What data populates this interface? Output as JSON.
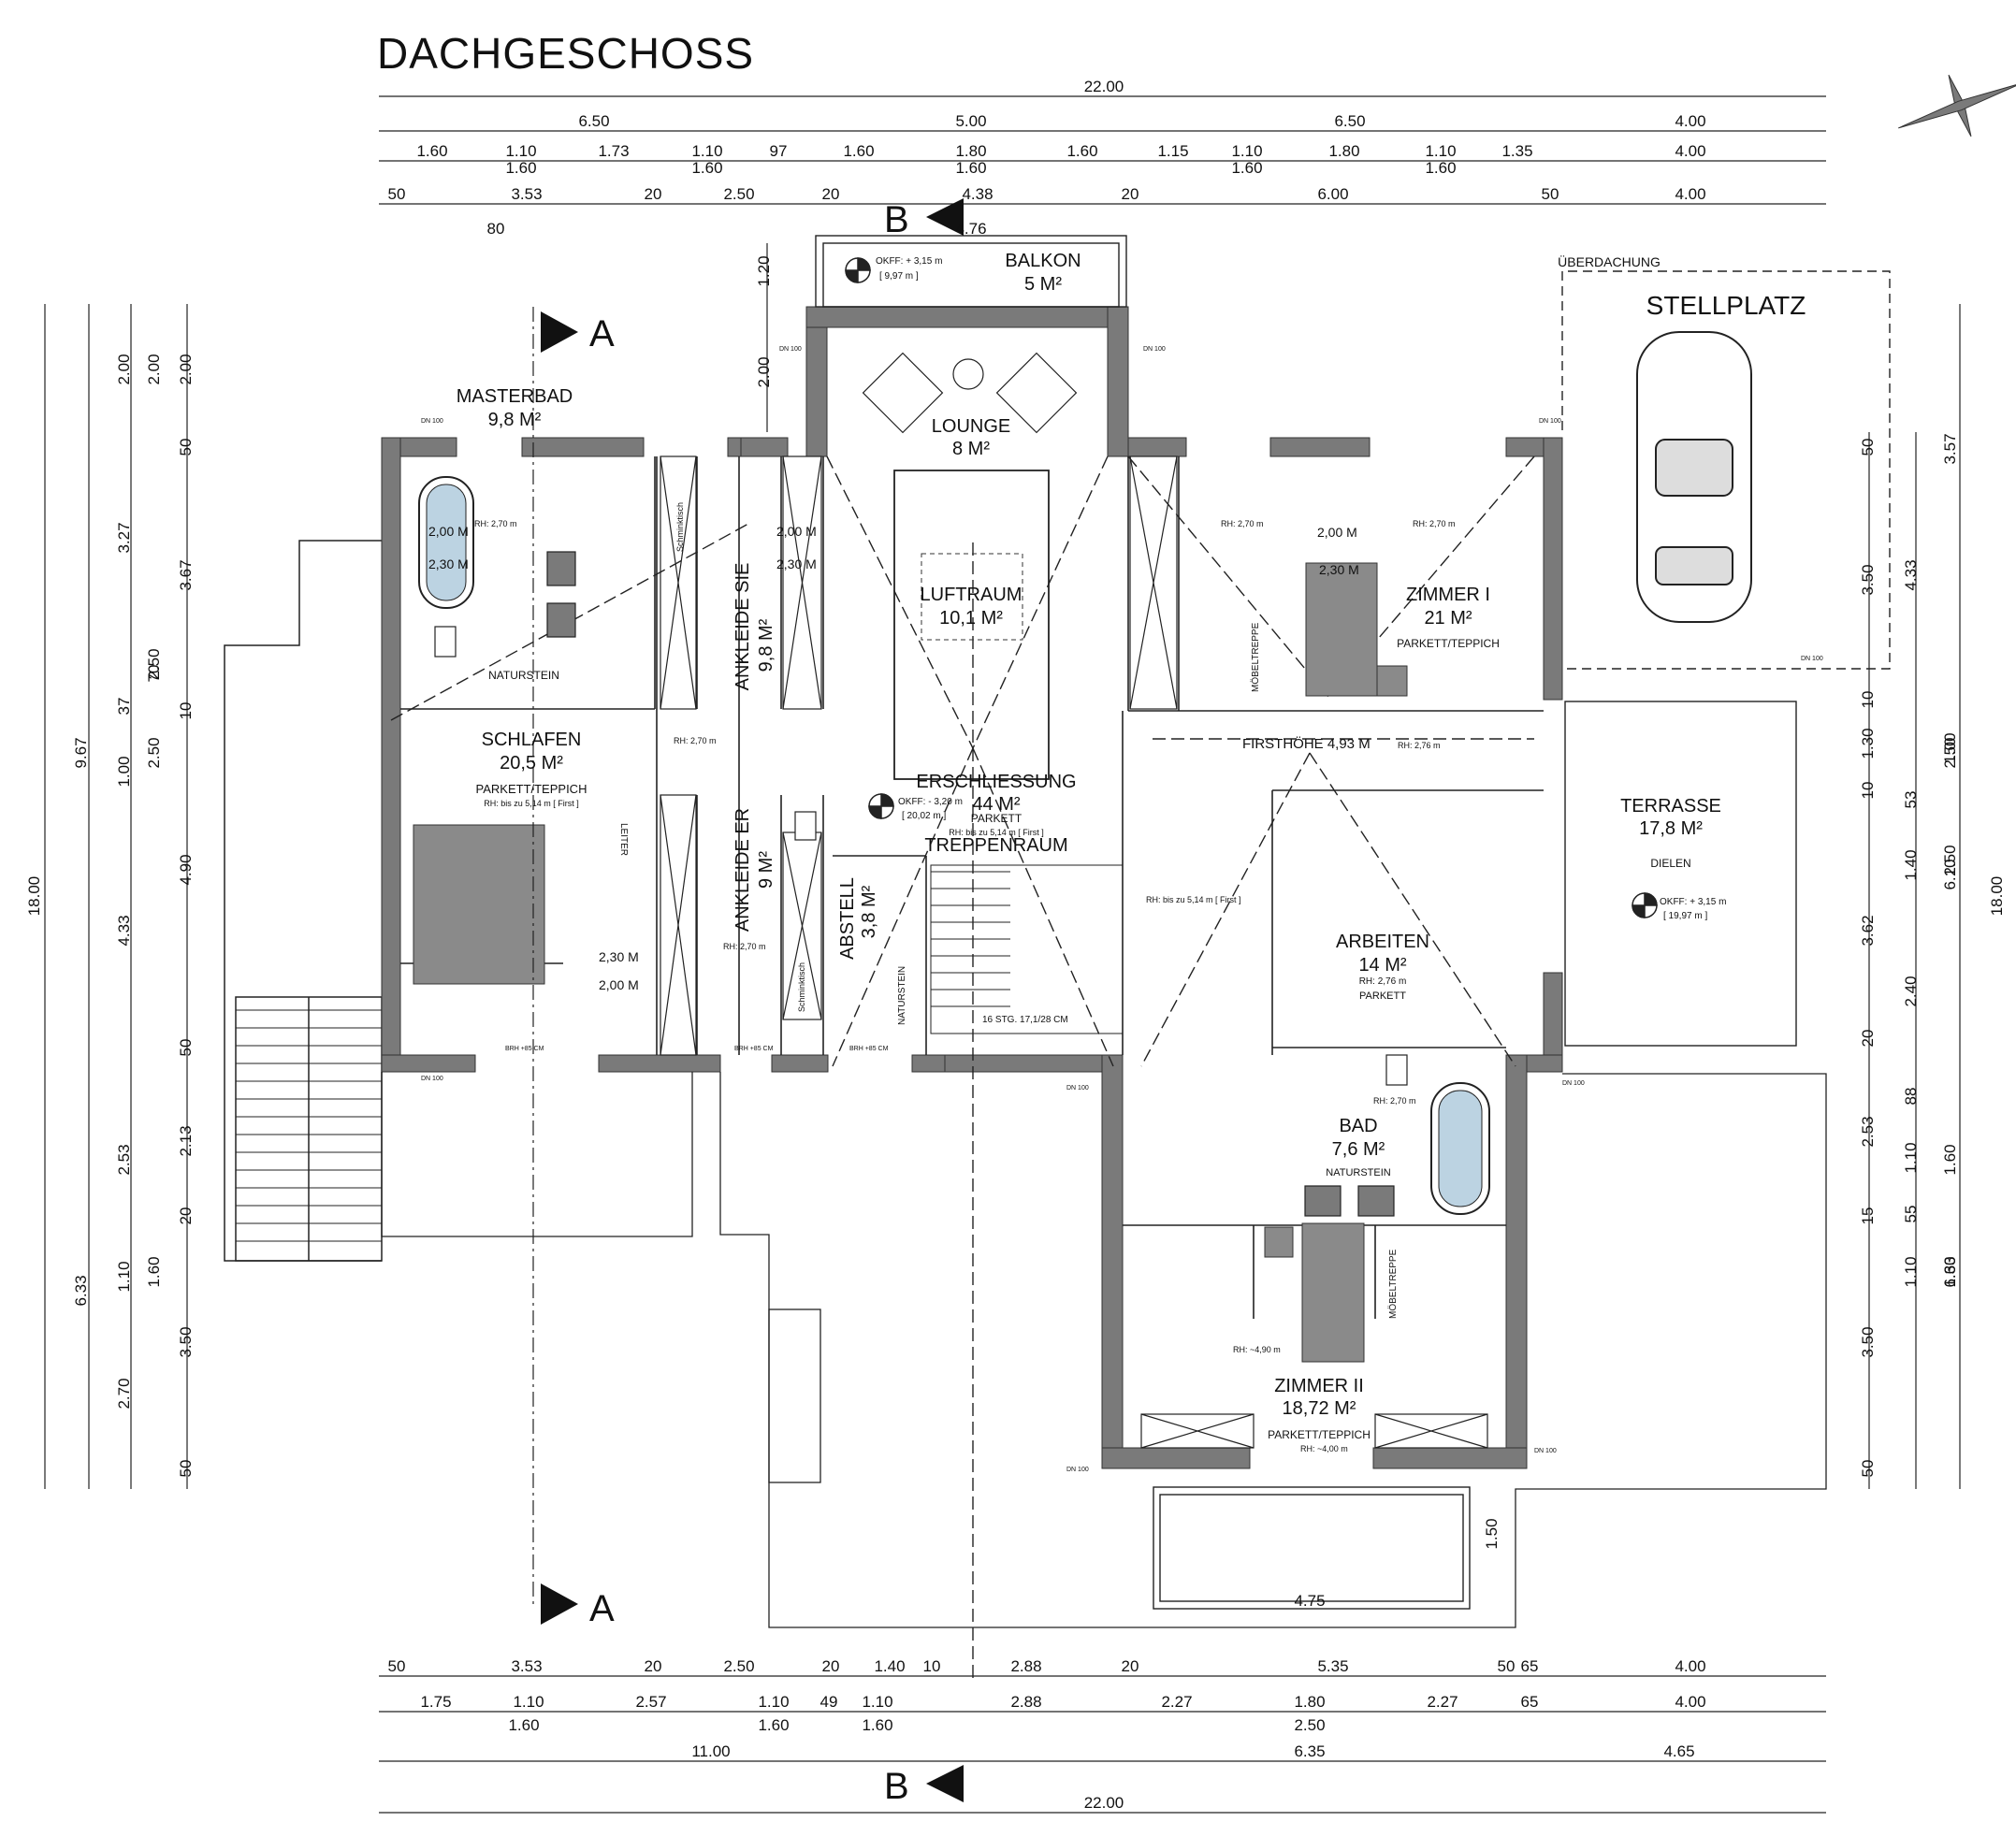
{
  "title": "DACHGESCHOSS",
  "section_markers": {
    "a": "A",
    "b": "B"
  },
  "top_dims": {
    "row1": [
      "22.00"
    ],
    "row2": [
      "6.50",
      "5.00",
      "6.50",
      "4.00"
    ],
    "row3": [
      "1.60",
      "1.10",
      "1.73",
      "1.10",
      "97",
      "1.60",
      "1.80",
      "1.60",
      "1.15",
      "1.10",
      "1.80",
      "1.10",
      "1.35",
      "4.00"
    ],
    "row3b": [
      "1.60",
      "1.60",
      "1.60",
      "1.60",
      "1.60"
    ],
    "row4": [
      "50",
      "3.53",
      "20",
      "2.50",
      "20",
      "4.38",
      "20",
      "6.00",
      "50",
      "4.00"
    ],
    "extra": [
      "80",
      "4.76"
    ]
  },
  "bottom_dims": {
    "row1": [
      "50",
      "3.53",
      "20",
      "2.50",
      "20",
      "1.40",
      "10",
      "2.88",
      "20",
      "5.35",
      "50",
      "65",
      "4.00"
    ],
    "row2": [
      "1.75",
      "1.10",
      "2.57",
      "1.10",
      "49",
      "1.10",
      "2.88",
      "2.27",
      "1.80",
      "2.27",
      "65",
      "4.00"
    ],
    "row2b": [
      "1.60",
      "1.60",
      "1.60",
      "2.50"
    ],
    "row3": [
      "11.00",
      "6.35",
      "4.65"
    ],
    "row4": [
      "22.00"
    ],
    "extra": [
      "4.75",
      "1.50"
    ]
  },
  "left_dims": {
    "outer": [
      "18.00"
    ],
    "col2": [
      "9.67",
      "6.33"
    ],
    "col3": [
      "2.00",
      "3.27",
      "37",
      "1.00",
      "4.33",
      "2.53",
      "1.10",
      "2.70"
    ],
    "col4": [
      "2.00",
      "70",
      "2.50",
      "2.50",
      "1.60"
    ],
    "col5": [
      "2.00",
      "50",
      "3.67",
      "10",
      "4.90",
      "50",
      "2.13",
      "20",
      "3.50",
      "50"
    ],
    "col6": [
      "1.20",
      "2.00"
    ]
  },
  "right_dims": {
    "col1": [
      "50",
      "3.50",
      "10",
      "1.30",
      "10",
      "3.62",
      "20",
      "2.53",
      "15",
      "3.50",
      "50"
    ],
    "col2": [
      "4.33",
      "53",
      "1.40",
      "2.40",
      "88",
      "1.10",
      "55",
      "1.10"
    ],
    "col3": [
      "3.57",
      "2.50",
      "1.00",
      "2.50",
      "6.10",
      "1.60",
      "1.60",
      "6.33"
    ],
    "outer": [
      "18.00"
    ]
  },
  "rooms": [
    {
      "name": "BALKON",
      "area": "5 M²"
    },
    {
      "name": "STELLPLATZ",
      "sub": "ÜBERDACHUNG"
    },
    {
      "name": "MASTERBAD",
      "area": "9,8 M²",
      "floor": "NATURSTEIN"
    },
    {
      "name": "LOUNGE",
      "area": "8 M²"
    },
    {
      "name": "LUFTRAUM",
      "area": "10,1 M²"
    },
    {
      "name": "ZIMMER I",
      "area": "21 M²",
      "floor": "PARKETT/TEPPICH"
    },
    {
      "name": "SCHLAFEN",
      "area": "20,5 M²",
      "floor": "PARKETT/TEPPICH",
      "rh": "RH: bis zu 5,14 m [ First ]"
    },
    {
      "name": "ANKLEIDE SIE",
      "area": "9,8 M²"
    },
    {
      "name": "ANKLEIDE ER",
      "area": "9 M²"
    },
    {
      "name": "ERSCHLIESSUNG",
      "area": "44 M²",
      "floor": "PARKETT",
      "rh": "RH: bis zu 5,14 m [ First ]"
    },
    {
      "name": "TREPPENRAUM"
    },
    {
      "name": "ABSTELL",
      "area": "3,8 M²"
    },
    {
      "name": "TERRASSE",
      "area": "17,8 M²",
      "floor": "DIELEN"
    },
    {
      "name": "ARBEITEN",
      "area": "14 M²",
      "rh": "RH: 2,76 m",
      "floor": "PARKETT"
    },
    {
      "name": "BAD",
      "area": "7,6 M²",
      "floor": "NATURSTEIN"
    },
    {
      "name": "ZIMMER II",
      "area": "18,72 M²",
      "floor": "PARKETT/TEPPICH"
    }
  ],
  "annotations": {
    "firsthoehe": "FIRSTHÖHE 4,93 M",
    "rh_276": "RH: 2,76 m",
    "rh_270": "RH: 2,70 m",
    "rh_first": "RH: bis zu 5,14 m [ First ]",
    "rh_490": "RH: ~4,90 m",
    "rh_400": "RH: ~4,00 m",
    "okff_balkon": "OKFF: + 3,15 m",
    "okff_balkon2": "[ 9,97 m ]",
    "okff_center": "OKFF: - 3,20 m",
    "okff_center2": "[ 20,02 m ]",
    "okff_terrasse": "OKFF: + 3,15 m",
    "okff_terrasse2": "[ 19,97 m ]",
    "stairs": "16 STG. 17,1/28 CM",
    "brh": "BRH +85 CM",
    "dn": "DN 100",
    "h200": "2,00 M",
    "h230": "2,30 M",
    "leiter": "LEITER",
    "moebeltreppe": "MÖBELTREPPE",
    "schminktisch": "Schminktisch",
    "naturstein": "NATURSTEIN"
  },
  "colors": {
    "wall": "#7a7a7a",
    "line": "#222222",
    "furniture": "#8a8a8a",
    "tub": "#bcd3e2"
  }
}
